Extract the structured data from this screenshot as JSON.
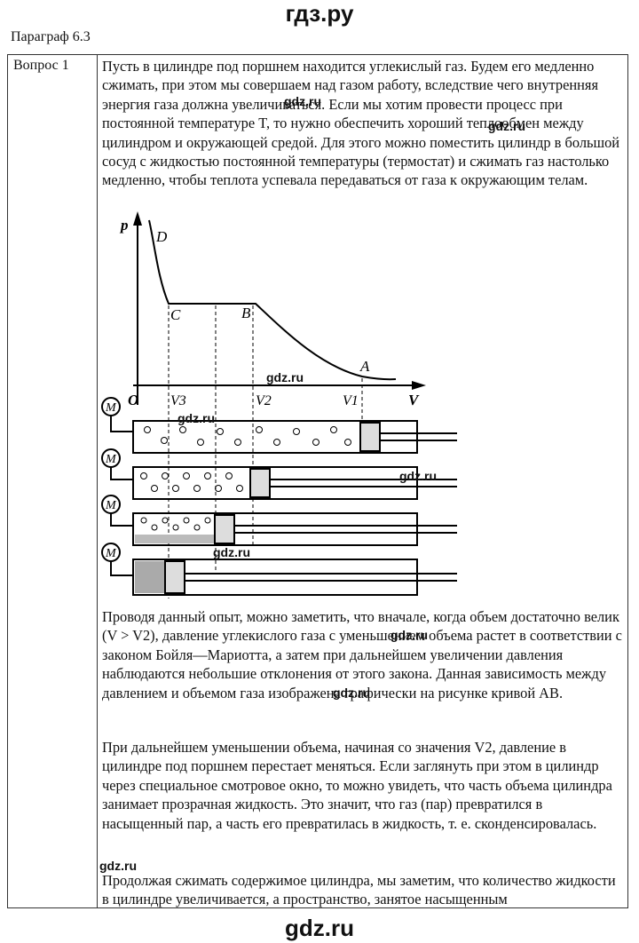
{
  "header": {
    "site": "гдз.ру"
  },
  "paragraph_label": "Параграф 6.3",
  "question_label": "Вопрос 1",
  "paragraphs": [
    "Пусть в цилиндре под поршнем находится углекислый газ. Будем его медленно сжимать, при этом мы совершаем над газом работу, вследствие чего внутренняя энергия газа должна увеличиваться. Если мы хотим провести процесс при постоянной температуре T, то нужно обеспечить хороший теплообмен между цилиндром и окружающей средой. Для этого можно поместить цилиндр в большой сосуд с жидкостью постоянной температуры (термостат) и сжимать газ настолько медленно, чтобы теплота успевала передаваться от газа к окружающим телам.",
    "Проводя данный опыт, можно заметить, что вначале, когда объем достаточно велик (V > V2), давление углекислого газа с уменьшением объема растет в соответствии с законом Бойля—Мариотта, а затем при дальнейшем увеличении давления наблюдаются небольшие отклонения от этого закона. Данная зависимость между давлением и объемом газа изображена графически на рисунке кривой AB.",
    "При дальнейшем уменьшении объема, начиная со значения V2, давление в цилиндре под поршнем перестает меняться. Если заглянуть при этом в цилиндр через специальное смотровое окно, то можно увидеть, что часть объема цилиндра занимает прозрачная жидкость. Это значит, что газ (пар) превратился в насыщенный пар, а часть его превратилась в жидкость, т. е. сконденсировалась.",
    "Продолжая сжимать содержимое цилиндра, мы заметим, что количество жидкости в цилиндре увеличивается, а пространство, занятое насыщенным"
  ],
  "figure": {
    "axis_p": "p",
    "axis_V": "V",
    "origin": "O",
    "point_D": "D",
    "point_C": "C",
    "point_B": "B",
    "point_A": "A",
    "tick_V3": "V3",
    "tick_V2": "V2",
    "tick_V1": "V1",
    "gauge_letter": "M"
  },
  "watermarks": [
    "gdz.ru",
    "gdz.ru",
    "gdz.ru",
    "gdz.ru",
    "gdz.ru",
    "gdz.ru",
    "gdz.ru",
    "gdz.ru",
    "gdz.ru"
  ],
  "footer": {
    "site": "gdz.ru"
  }
}
